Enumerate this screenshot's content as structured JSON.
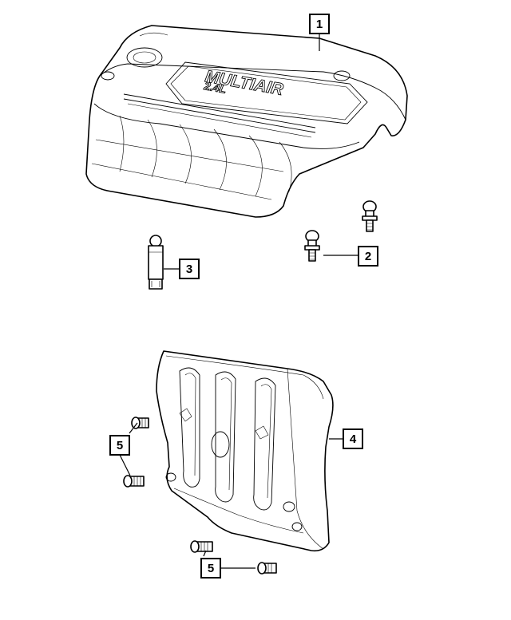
{
  "callouts": [
    {
      "id": "1",
      "label": "1"
    },
    {
      "id": "2",
      "label": "2"
    },
    {
      "id": "3",
      "label": "3"
    },
    {
      "id": "4",
      "label": "4"
    },
    {
      "id": "5a",
      "label": "5"
    },
    {
      "id": "5b",
      "label": "5"
    }
  ],
  "engine_cover": {
    "logo_line1": "MULTIAIR",
    "logo_line2": "2.4L"
  }
}
